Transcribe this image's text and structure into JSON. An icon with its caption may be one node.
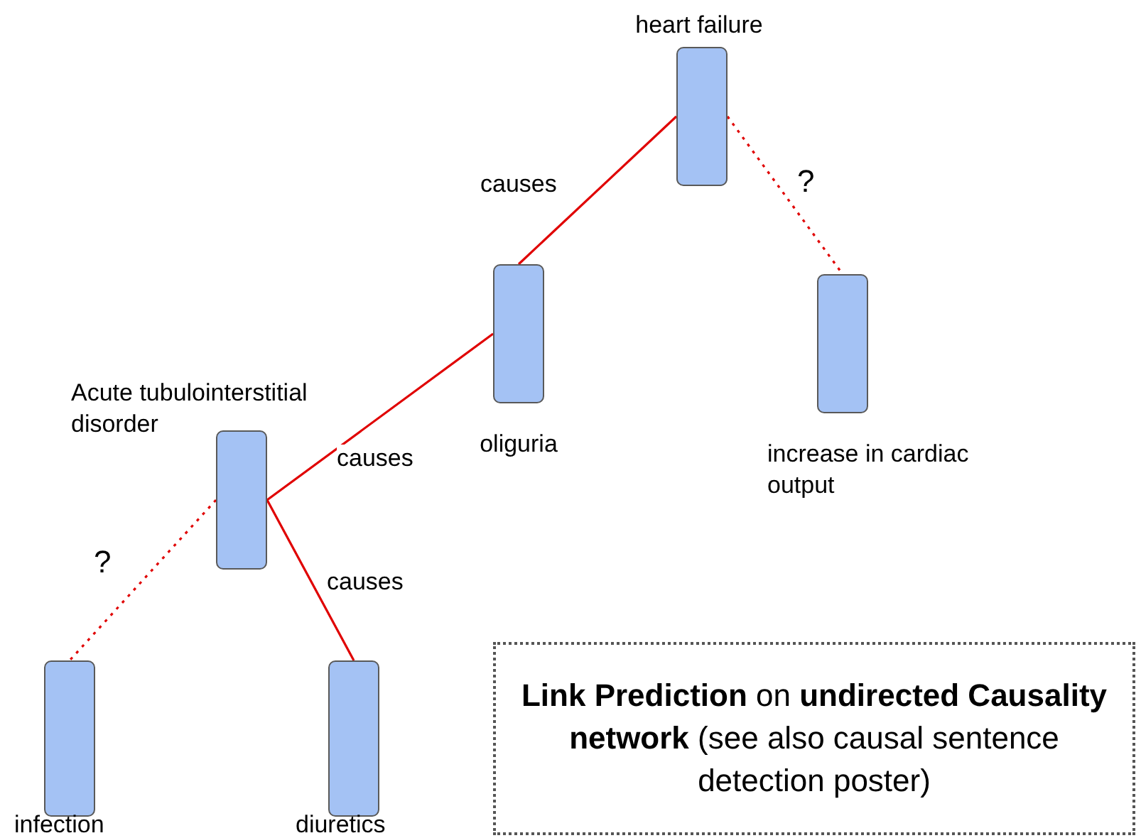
{
  "diagram": {
    "nodes": [
      {
        "text": [
          "heart failure"
        ]
      },
      {
        "text": [
          "oliguria"
        ]
      },
      {
        "text": [
          "increase in cardiac output"
        ]
      },
      {
        "text": [
          "Acute tubulointerstitial disorder"
        ]
      },
      {
        "text": [
          "infection"
        ]
      },
      {
        "text": [
          "diuretics"
        ]
      },
      {
        "text": [
          "**Link Prediction** on **undirected Causality network** (see also causal sentence detection poster)"
        ]
      }
    ],
    "edges": [
      {
        "from": 0,
        "to": 1,
        "arrow": "none",
        "label": "causes"
      },
      {
        "from": 0,
        "to": 2,
        "arrow": "none",
        "label": "?",
        "style": "dashed"
      },
      {
        "from": 1,
        "to": 3,
        "arrow": "none",
        "label": "causes"
      },
      {
        "from": 3,
        "to": 4,
        "arrow": "none",
        "label": "?",
        "style": "dashed"
      },
      {
        "from": 3,
        "to": 5,
        "arrow": "none",
        "label": "causes"
      }
    ]
  }
}
